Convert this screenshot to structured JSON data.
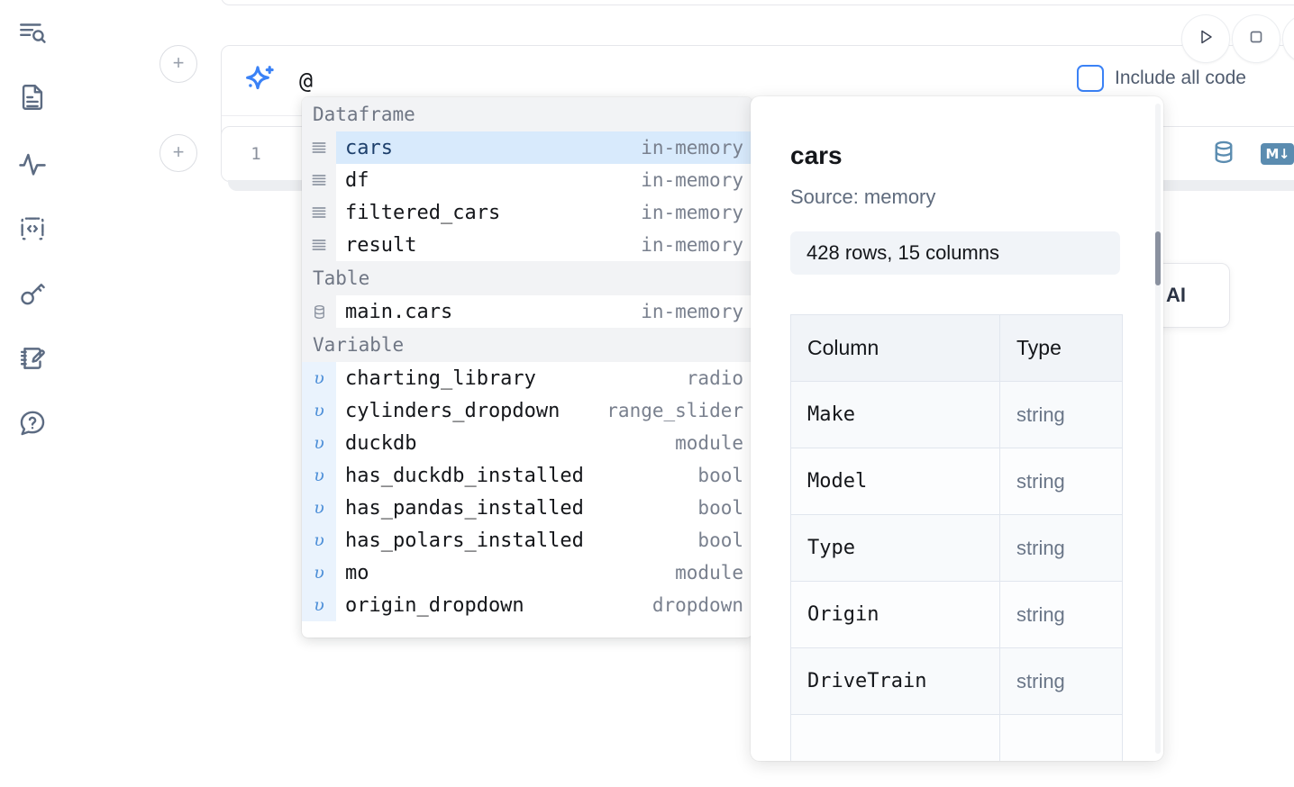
{
  "app": {
    "accent_blue": "#3b82f6",
    "selection_blue": "#d8eafc",
    "group_header_bg": "#f2f3f5",
    "icon_steel": "#5b8cb0"
  },
  "sidebar": {
    "items": [
      {
        "name": "outline-search-icon",
        "label": "Outline / search"
      },
      {
        "name": "file-text-icon",
        "label": "Notebook file"
      },
      {
        "name": "activity-pulse-icon",
        "label": "Activity"
      },
      {
        "name": "code-snippet-icon",
        "label": "Snippets"
      },
      {
        "name": "key-icon",
        "label": "Secrets"
      },
      {
        "name": "scratchpad-edit-icon",
        "label": "Scratchpad"
      },
      {
        "name": "help-chat-icon",
        "label": "Help"
      }
    ]
  },
  "cells": {
    "add_button_label": "+",
    "ai_prompt": {
      "value": "@",
      "sparkle_icon": "ai-sparkle-icon",
      "include_all_code_label": "Include all code",
      "include_all_code_checked": false,
      "run_button_icon": "play-icon",
      "stop_button_icon": "square-stop-icon"
    },
    "code_cell": {
      "line_number": "1",
      "database_icon": "database-icon",
      "markdown_icon_label": "M",
      "markdown_icon_arrow": "↓"
    }
  },
  "ai_chip": {
    "label": "h AI"
  },
  "autocomplete": {
    "groups": [
      {
        "title": "Dataframe",
        "icon": "dataframe-rows-icon",
        "items": [
          {
            "name": "cars",
            "type": "in-memory",
            "selected": true
          },
          {
            "name": "df",
            "type": "in-memory",
            "selected": false
          },
          {
            "name": "filtered_cars",
            "type": "in-memory",
            "selected": false
          },
          {
            "name": "result",
            "type": "in-memory",
            "selected": false
          }
        ]
      },
      {
        "title": "Table",
        "icon": "database-icon",
        "items": [
          {
            "name": "main.cars",
            "type": "in-memory",
            "selected": false
          }
        ]
      },
      {
        "title": "Variable",
        "icon": "variable-upsilon-icon",
        "items": [
          {
            "name": "charting_library",
            "type": "radio",
            "selected": false
          },
          {
            "name": "cylinders_dropdown",
            "type": "range_slider",
            "selected": false
          },
          {
            "name": "duckdb",
            "type": "module",
            "selected": false
          },
          {
            "name": "has_duckdb_installed",
            "type": "bool",
            "selected": false
          },
          {
            "name": "has_pandas_installed",
            "type": "bool",
            "selected": false
          },
          {
            "name": "has_polars_installed",
            "type": "bool",
            "selected": false
          },
          {
            "name": "mo",
            "type": "module",
            "selected": false
          },
          {
            "name": "origin_dropdown",
            "type": "dropdown",
            "selected": false
          }
        ]
      }
    ]
  },
  "detail": {
    "title": "cars",
    "source": "Source: memory",
    "shape": "428 rows, 15 columns",
    "table": {
      "headers": [
        "Column",
        "Type"
      ],
      "rows": [
        [
          "Make",
          "string"
        ],
        [
          "Model",
          "string"
        ],
        [
          "Type",
          "string"
        ],
        [
          "Origin",
          "string"
        ],
        [
          "DriveTrain",
          "string"
        ]
      ]
    }
  }
}
